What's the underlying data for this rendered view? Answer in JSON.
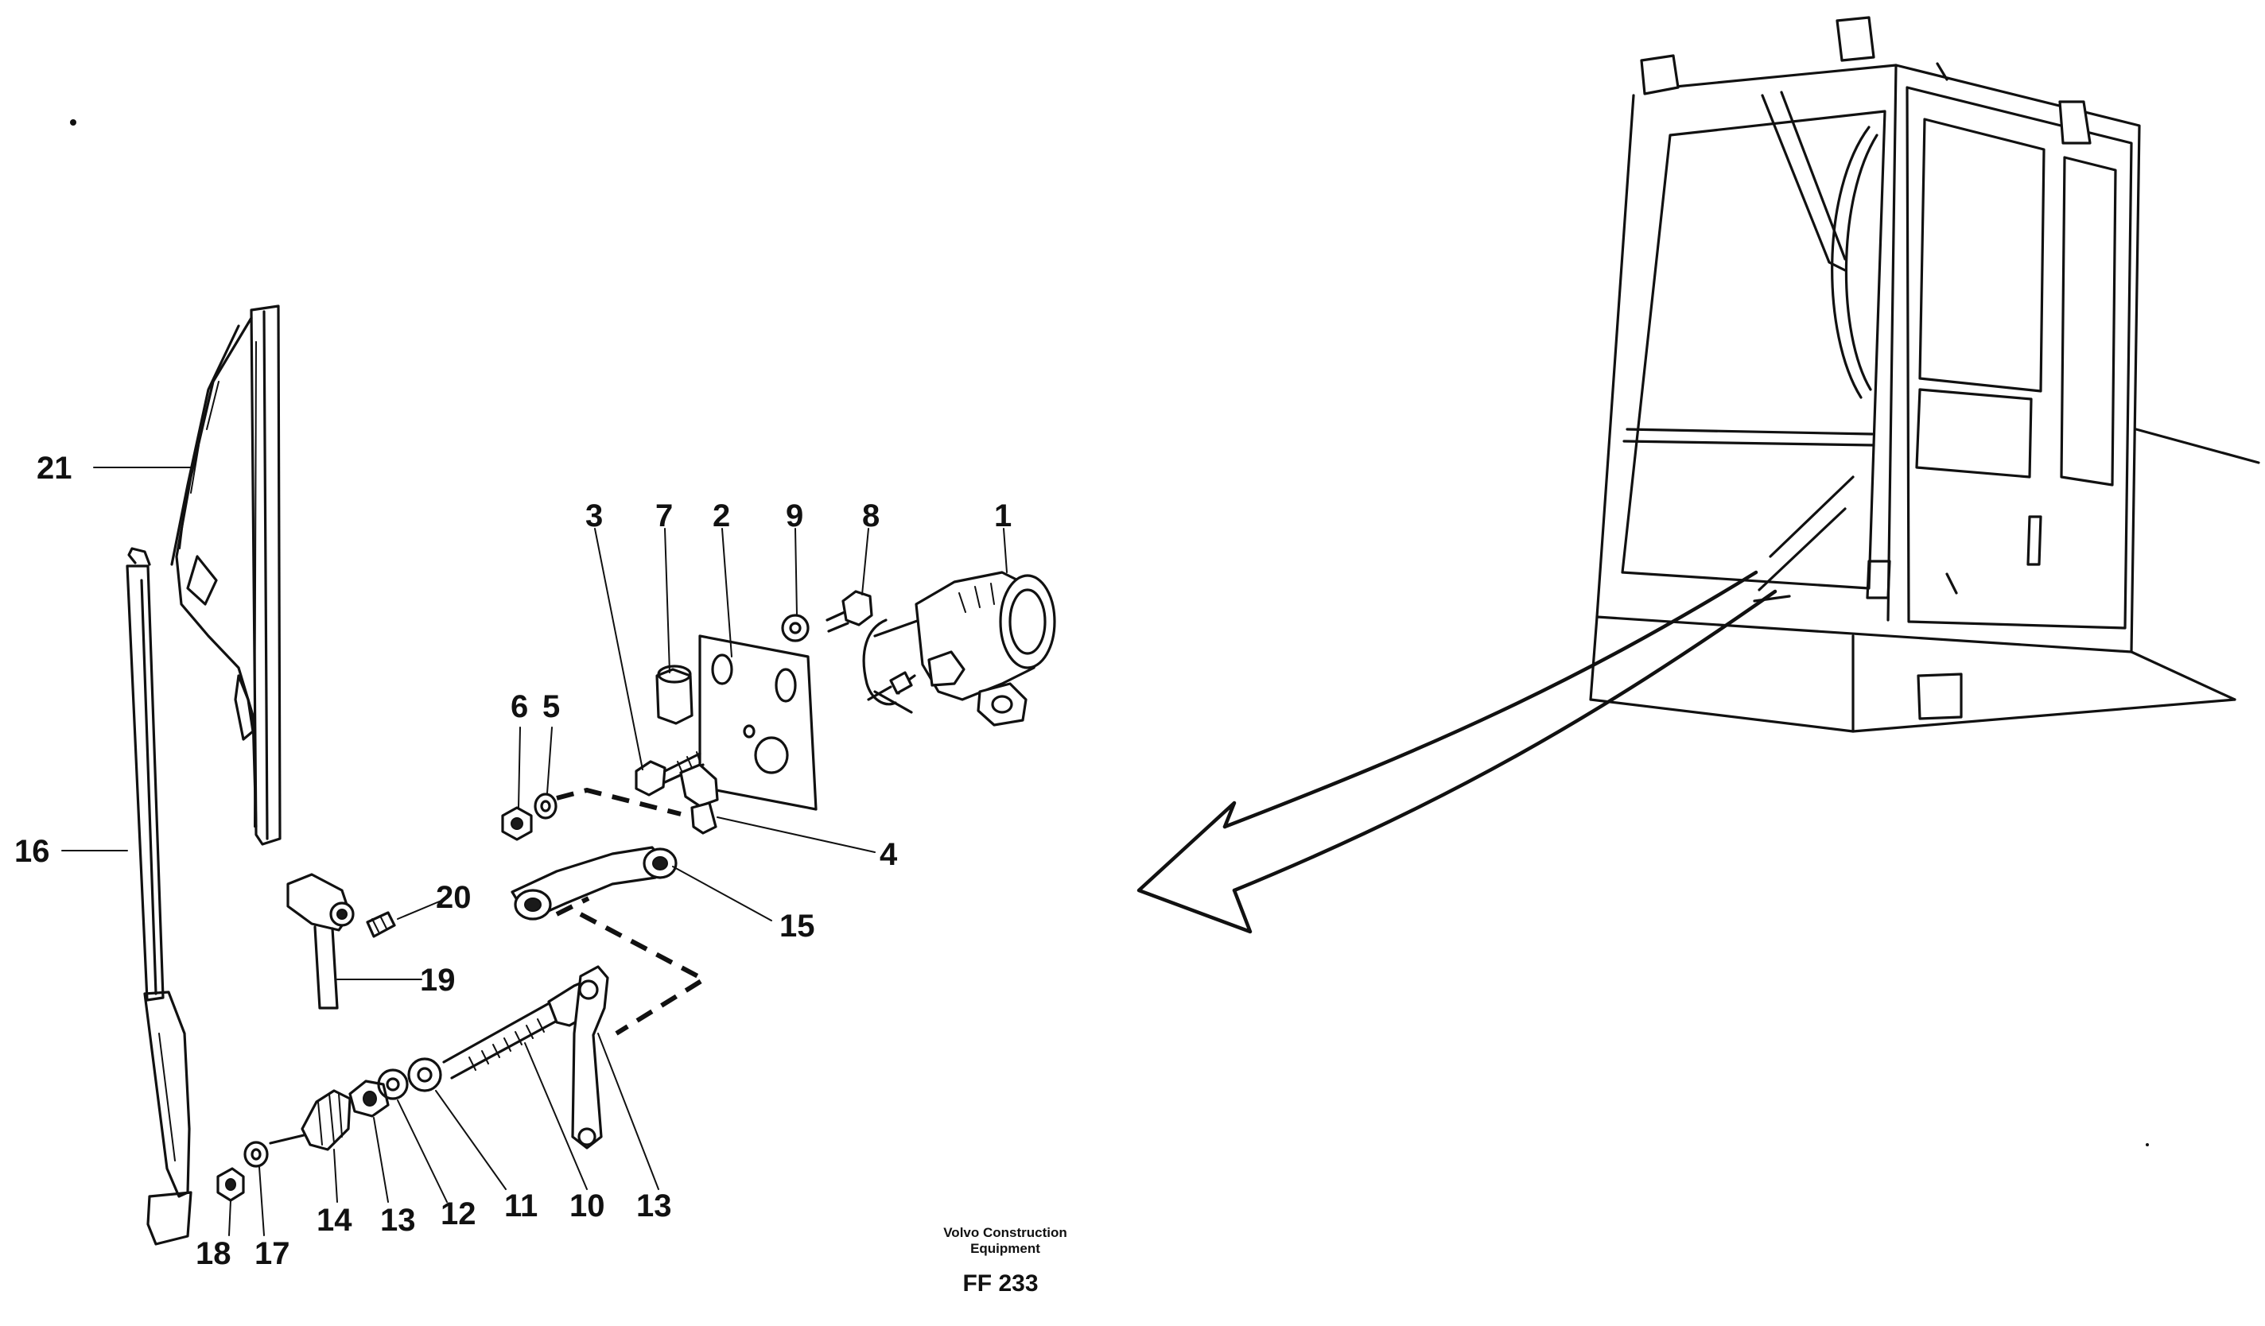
{
  "callouts": [
    {
      "label": "21"
    },
    {
      "label": "16"
    },
    {
      "label": "3"
    },
    {
      "label": "7"
    },
    {
      "label": "2"
    },
    {
      "label": "9"
    },
    {
      "label": "8"
    },
    {
      "label": "1"
    },
    {
      "label": "6"
    },
    {
      "label": "5"
    },
    {
      "label": "4"
    },
    {
      "label": "15"
    },
    {
      "label": "20"
    },
    {
      "label": "19"
    },
    {
      "label": "18"
    },
    {
      "label": "17"
    },
    {
      "label": "14"
    },
    {
      "label": "13"
    },
    {
      "label": "12"
    },
    {
      "label": "11"
    },
    {
      "label": "10"
    },
    {
      "label": "13"
    }
  ],
  "caption": {
    "company_line1": "Volvo Construction",
    "company_line2": "Equipment",
    "figure_code": "FF 233"
  }
}
